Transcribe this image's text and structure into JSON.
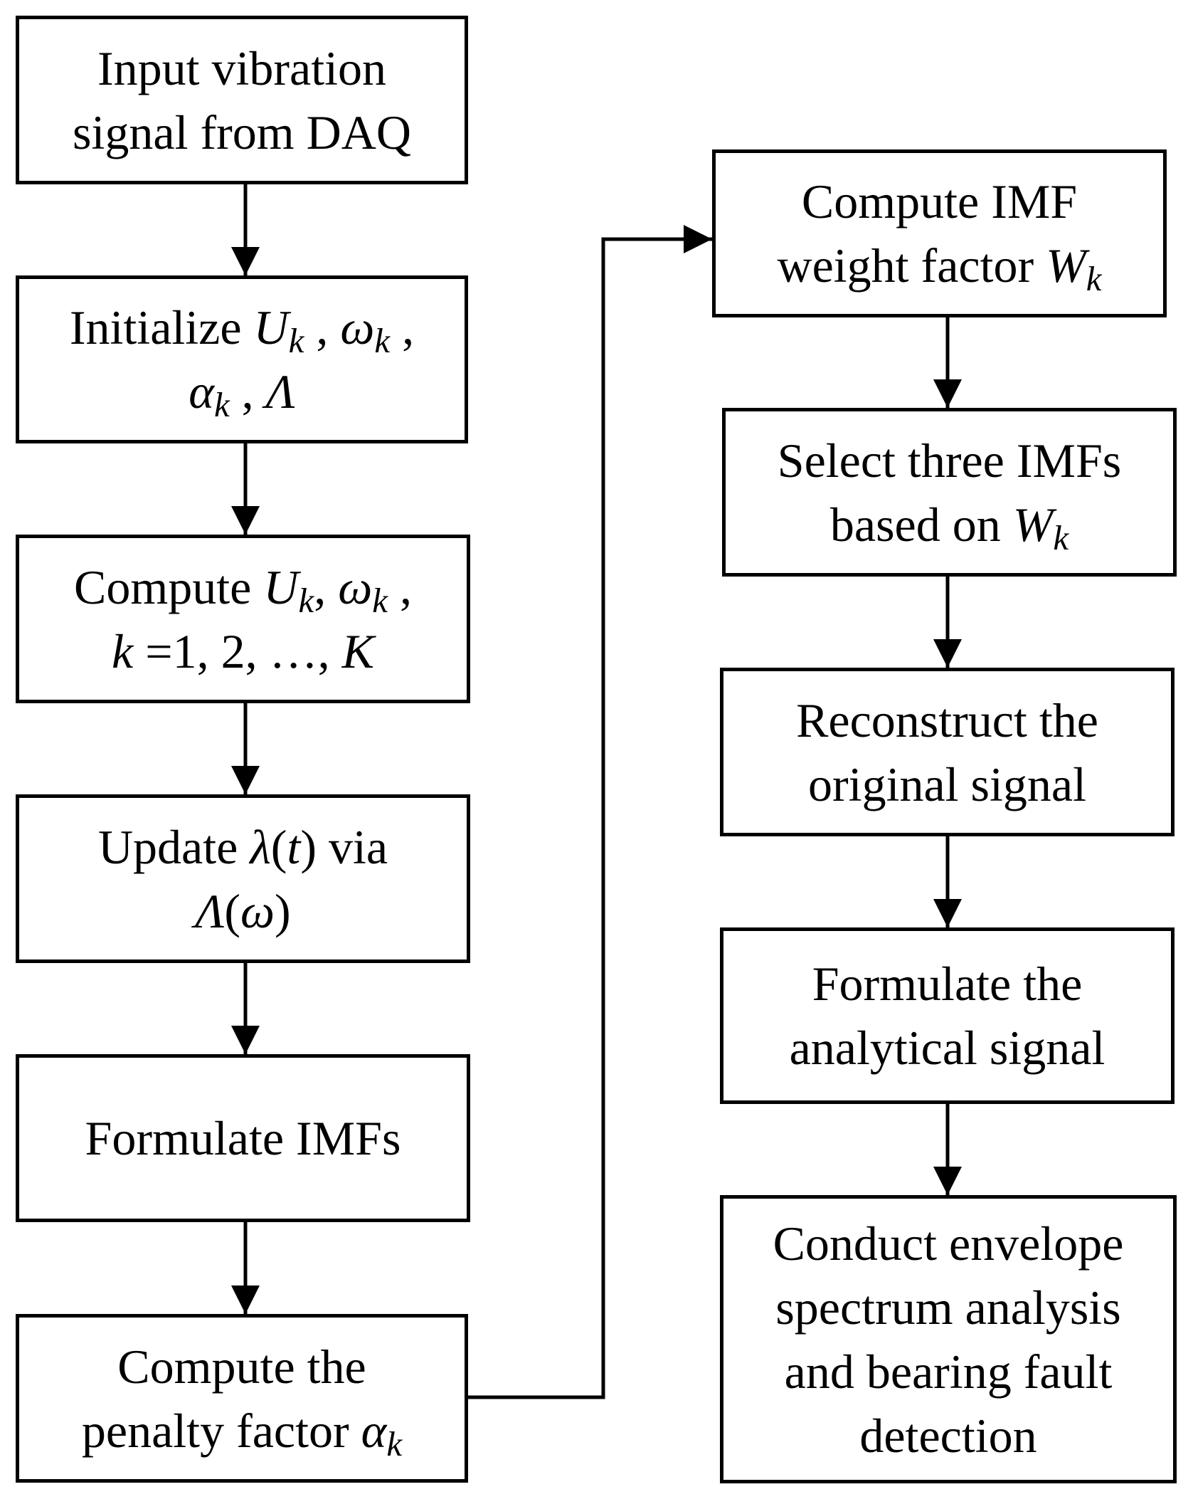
{
  "flowchart": {
    "left_column": [
      {
        "id": "input-signal",
        "lines": [
          [
            {
              "t": "Input vibration"
            }
          ],
          [
            {
              "t": "signal from DAQ"
            }
          ]
        ]
      },
      {
        "id": "initialize",
        "lines": [
          [
            {
              "t": "Initialize "
            },
            {
              "t": "U",
              "s": "it"
            },
            {
              "t": "k",
              "s": "sub"
            },
            {
              "t": " , "
            },
            {
              "t": "ω",
              "s": "it"
            },
            {
              "t": "k",
              "s": "sub"
            },
            {
              "t": " ,"
            }
          ],
          [
            {
              "t": "α",
              "s": "it"
            },
            {
              "t": "k",
              "s": "sub"
            },
            {
              "t": " , "
            },
            {
              "t": "Λ",
              "s": "it"
            }
          ]
        ]
      },
      {
        "id": "compute-modes",
        "lines": [
          [
            {
              "t": "Compute "
            },
            {
              "t": "U",
              "s": "it"
            },
            {
              "t": "k",
              "s": "sub"
            },
            {
              "t": ", "
            },
            {
              "t": "ω",
              "s": "it"
            },
            {
              "t": "k",
              "s": "sub"
            },
            {
              "t": " ,"
            }
          ],
          [
            {
              "t": "k",
              "s": "it"
            },
            {
              "t": " =1, 2, …, "
            },
            {
              "t": "K",
              "s": "it"
            }
          ]
        ]
      },
      {
        "id": "update-lambda",
        "lines": [
          [
            {
              "t": "Update "
            },
            {
              "t": "λ",
              "s": "it"
            },
            {
              "t": "("
            },
            {
              "t": "t",
              "s": "it"
            },
            {
              "t": ") via"
            }
          ],
          [
            {
              "t": "Λ",
              "s": "it"
            },
            {
              "t": "("
            },
            {
              "t": "ω",
              "s": "it"
            },
            {
              "t": ")"
            }
          ]
        ]
      },
      {
        "id": "formulate-imfs",
        "lines": [
          [
            {
              "t": "Formulate IMFs"
            }
          ]
        ]
      },
      {
        "id": "penalty-factor",
        "lines": [
          [
            {
              "t": "Compute the"
            }
          ],
          [
            {
              "t": "penalty factor "
            },
            {
              "t": "α",
              "s": "it"
            },
            {
              "t": "k",
              "s": "sub"
            }
          ]
        ]
      }
    ],
    "right_column": [
      {
        "id": "weight-factor",
        "lines": [
          [
            {
              "t": "Compute IMF"
            }
          ],
          [
            {
              "t": "weight factor "
            },
            {
              "t": "W",
              "s": "it"
            },
            {
              "t": "k",
              "s": "sub"
            }
          ]
        ]
      },
      {
        "id": "select-imfs",
        "lines": [
          [
            {
              "t": "Select three IMFs"
            }
          ],
          [
            {
              "t": "based on "
            },
            {
              "t": "W",
              "s": "it"
            },
            {
              "t": "k",
              "s": "sub"
            }
          ]
        ]
      },
      {
        "id": "reconstruct-signal",
        "lines": [
          [
            {
              "t": "Reconstruct the"
            }
          ],
          [
            {
              "t": "original signal"
            }
          ]
        ]
      },
      {
        "id": "analytical-signal",
        "lines": [
          [
            {
              "t": "Formulate the"
            }
          ],
          [
            {
              "t": "analytical signal"
            }
          ]
        ]
      },
      {
        "id": "envelope-analysis",
        "lines": [
          [
            {
              "t": "Conduct envelope"
            }
          ],
          [
            {
              "t": "spectrum analysis"
            }
          ],
          [
            {
              "t": "and bearing fault"
            }
          ],
          [
            {
              "t": "detection"
            }
          ]
        ]
      }
    ]
  }
}
